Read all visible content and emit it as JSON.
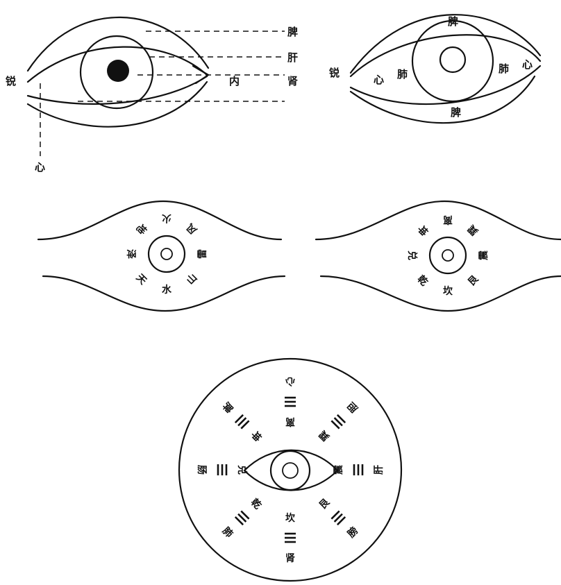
{
  "diagram1": {
    "left": "锐",
    "bottom": "心",
    "right_labels": [
      "脾",
      "肝",
      "肾"
    ],
    "inner": "内"
  },
  "diagram2": {
    "left": "锐",
    "top": "脾",
    "bottom": "脾",
    "inner_left": [
      "心",
      "肺"
    ],
    "inner_right": [
      "肺",
      "心"
    ]
  },
  "diagram3": {
    "labels": [
      "火",
      "风",
      "雷",
      "山",
      "水",
      "天",
      "泽",
      "地"
    ]
  },
  "diagram4": {
    "labels": [
      "离",
      "巽",
      "震",
      "艮",
      "坎",
      "乾",
      "兑",
      "坤"
    ]
  },
  "diagram5": {
    "inner": [
      "离",
      "巽",
      "震",
      "艮",
      "坎",
      "乾",
      "兑",
      "坤"
    ],
    "outer": [
      "心",
      "胆",
      "肝",
      "膀",
      "肾",
      "肺",
      "肠",
      "脾"
    ]
  }
}
